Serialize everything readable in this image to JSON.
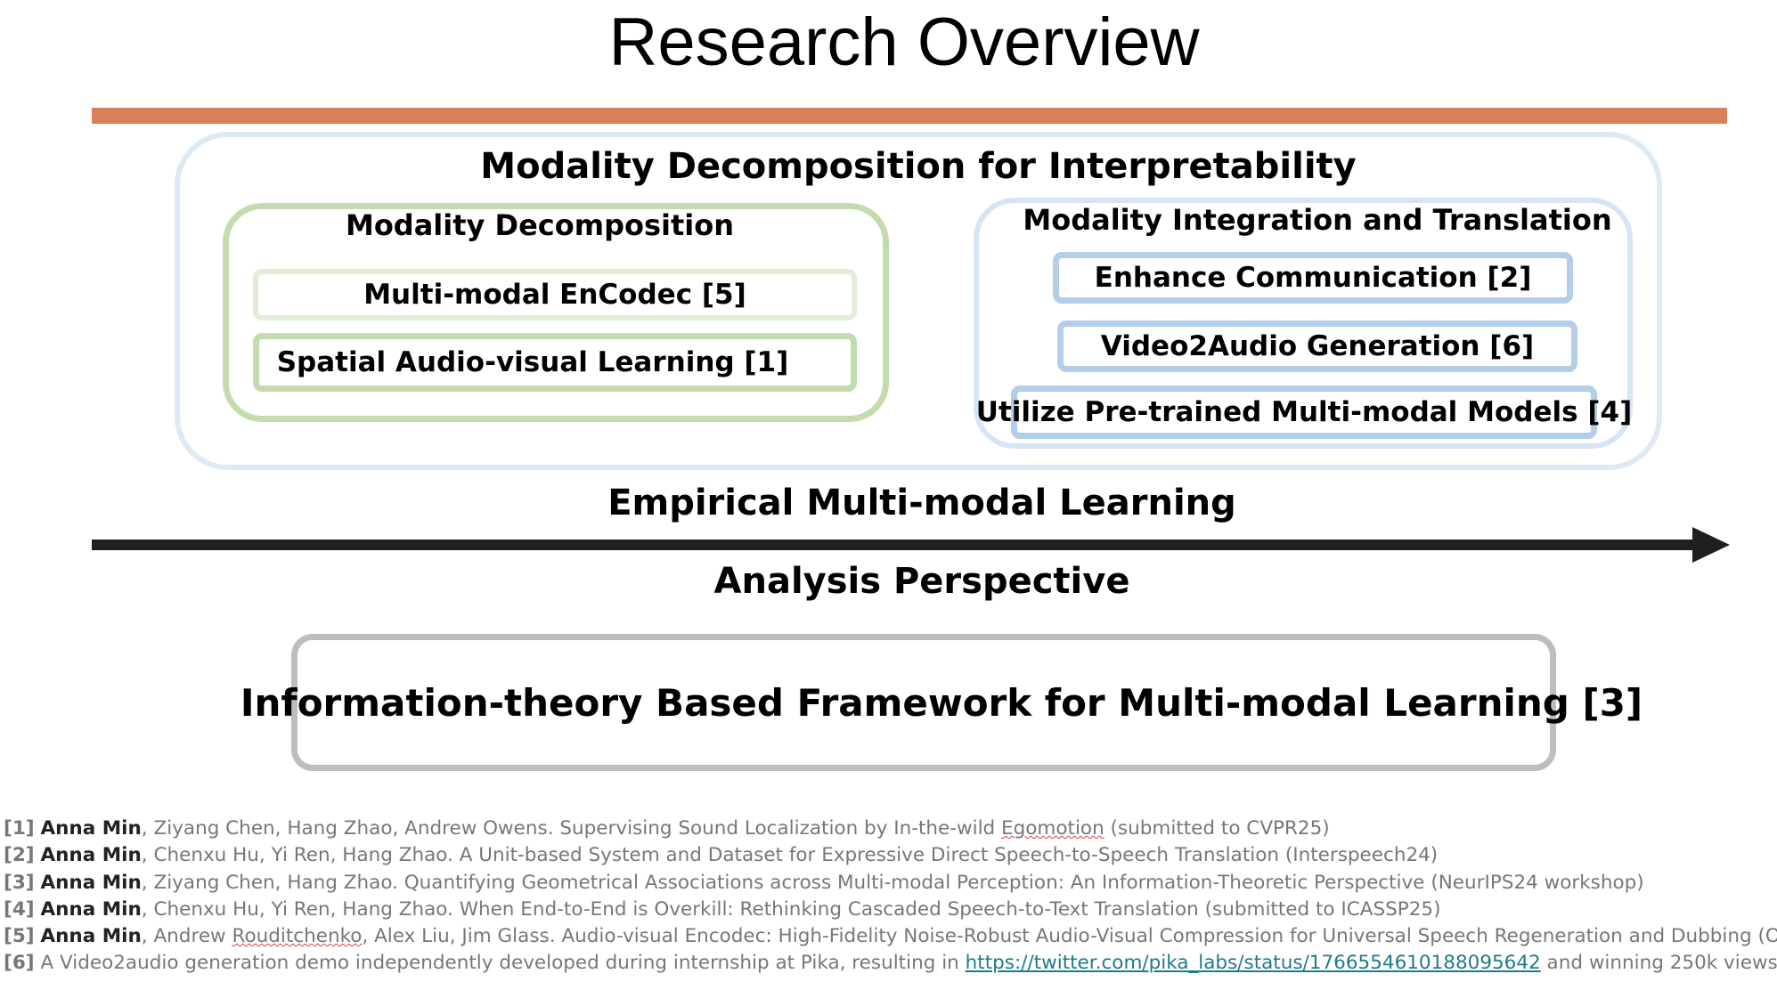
{
  "title": "Research Overview",
  "main_panel": {
    "heading": "Modality Decomposition for Interpretability"
  },
  "left_panel": {
    "heading": "Modality Decomposition",
    "items": [
      "Multi-modal EnCodec [5]",
      "Spatial Audio-visual Learning [1]"
    ]
  },
  "right_panel": {
    "heading": "Modality Integration and Translation",
    "items": [
      "Enhance Communication [2]",
      "Video2Audio Generation [6]",
      "Utilize Pre-trained Multi-modal Models [4]"
    ]
  },
  "arrow": {
    "label_above": "Empirical Multi-modal Learning",
    "label_below": "Analysis Perspective"
  },
  "framework_box": {
    "label": "Information-theory Based Framework for Multi-modal Learning [3]"
  },
  "colors": {
    "title_bar": "#d9805a",
    "main_border": "#dde9f5",
    "left_border": "#c3dcae",
    "right_border": "#c7dbf1",
    "pill_blue": "#b4cde8",
    "framework_border": "#bdbdbd"
  },
  "references": [
    {
      "num": "[1]",
      "author": "Anna Min",
      "text_a": ", Ziyang Chen, Hang Zhao, Andrew Owens. Supervising Sound Localization by In-the-wild ",
      "underlined": "Egomotion",
      "text_b": " (submitted to CVPR25)"
    },
    {
      "num": "[2]",
      "author": "Anna Min",
      "text_a": ", Chenxu Hu, Yi Ren, Hang Zhao. A Unit-based System and Dataset for Expressive Direct Speech-to-Speech Translation (Interspeech24)"
    },
    {
      "num": "[3]",
      "author": "Anna Min",
      "text_a": ", Ziyang Chen, Hang Zhao. Quantifying Geometrical Associations across Multi-modal Perception: An Information-Theoretic Perspective (NeurIPS24 workshop)"
    },
    {
      "num": "[4]",
      "author": "Anna Min",
      "text_a": ", Chenxu Hu, Yi Ren, Hang Zhao. When End-to-End is Overkill: Rethinking Cascaded Speech-to-Text Translation (submitted to ICASSP25)"
    },
    {
      "num": "[5]",
      "author": "Anna Min",
      "text_a": ", Andrew ",
      "underlined": "Rouditchenko",
      "text_b": ", Alex Liu, Jim Glass. Audio-visual Encodec: High-Fidelity Noise-Robust Audio-Visual Compression for Universal Speech Regeneration and Dubbing (On-going)"
    },
    {
      "num": "[6]",
      "text_a": " A Video2audio generation demo independently developed during internship at Pika, resulting in ",
      "link": "https://twitter.com/pika_labs/status/1766554610188095642",
      "text_b": " and winning 250k views"
    }
  ]
}
